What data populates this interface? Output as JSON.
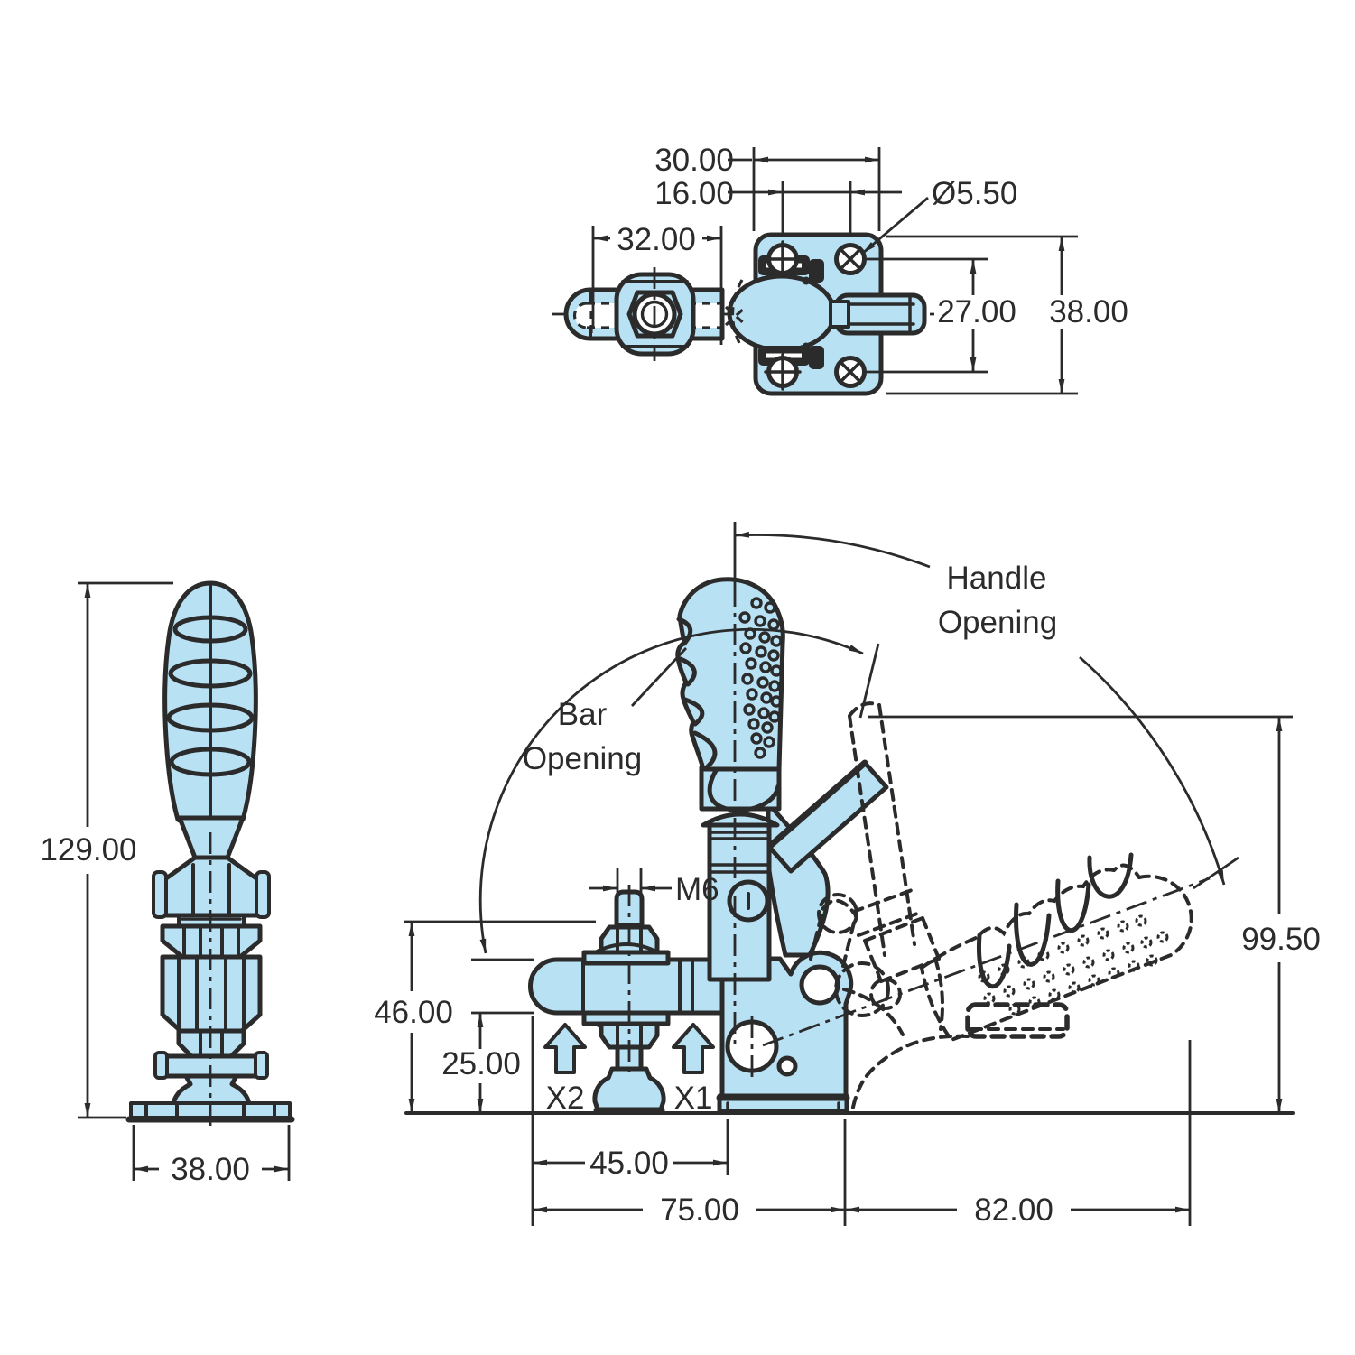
{
  "colors": {
    "part_fill": "#b9e1f4",
    "line_color": "#2b2b2b",
    "background": "#ffffff"
  },
  "top_view": {
    "dim_plate_width": "30.00",
    "dim_hole_spacing": "16.00",
    "dim_bar_offset": "32.00",
    "dim_hole_diameter": "Ø5.50",
    "dim_hole_row_spacing": "27.00",
    "dim_plate_height": "38.00"
  },
  "front_view": {
    "dim_total_height": "129.00",
    "dim_base_width": "38.00"
  },
  "side_view": {
    "dim_spindle_thread": "M6",
    "dim_bar_height": "46.00",
    "dim_base_to_bar": "25.00",
    "marker_x2": "X2",
    "marker_x1": "X1",
    "dim_bar_reach": "45.00",
    "dim_body_length": "75.00",
    "dim_handle_extent": "82.00",
    "dim_open_height": "99.50",
    "label_bar_opening_line1": "Bar",
    "label_bar_opening_line2": "Opening",
    "label_handle_opening_line1": "Handle",
    "label_handle_opening_line2": "Opening"
  }
}
